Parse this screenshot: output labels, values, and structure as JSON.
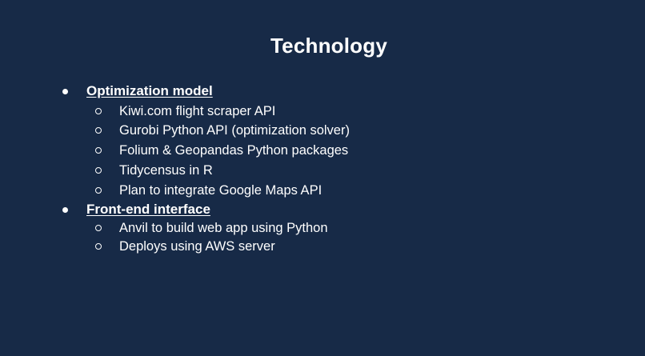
{
  "slide": {
    "title": "Technology",
    "sections": [
      {
        "heading": "Optimization model",
        "items": [
          "Kiwi.com flight scraper API",
          "Gurobi Python API (optimization solver)",
          "Folium & Geopandas Python packages",
          "Tidycensus in R",
          "Plan to integrate Google Maps API"
        ]
      },
      {
        "heading": "Front-end interface",
        "items": [
          "Anvil to build web app using Python",
          "Deploys using AWS server"
        ]
      }
    ]
  },
  "colors": {
    "background": "#172a47",
    "text": "#ffffff"
  },
  "icons": {
    "level1": "filled-bullet-icon",
    "level2": "hollow-bullet-icon"
  }
}
